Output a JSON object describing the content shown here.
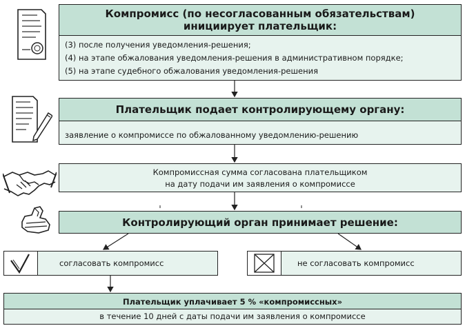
{
  "box1": {
    "title_line1": "Компромисс (по несогласованным обязательствам)",
    "title_line2": "инициирует плательщик:",
    "items": [
      "(3) после получения уведомления-решения;",
      "(4)  на этапе обжалования уведомления-решения в административном порядке;",
      "(5) на этапе судебного обжалования уведомления-решения"
    ]
  },
  "box2": {
    "title": "Плательщик подает контролирующему органу:",
    "text": "заявление о компромиссе по обжалованному уведомлению-решению"
  },
  "box3": {
    "line1": "Компромиссная сумма согласована плательщиком",
    "line2": "на дату подачи им заявления о компромиссе"
  },
  "box4": {
    "title": "Контролирующий орган принимает решение:"
  },
  "option_agree": {
    "label": "согласовать компромисс",
    "icon": "checkmark-icon"
  },
  "option_disagree": {
    "label": "не согласовать компромисс",
    "icon": "cross-icon"
  },
  "box5": {
    "line1": "Плательщик уплачивает 5 % «компромиссных»",
    "line2": "в течение 10 дней с даты подачи им заявления о компромиссе"
  },
  "icons": [
    "document-seal-icon",
    "document-pen-icon",
    "handshake-icon",
    "stamp-icon"
  ]
}
